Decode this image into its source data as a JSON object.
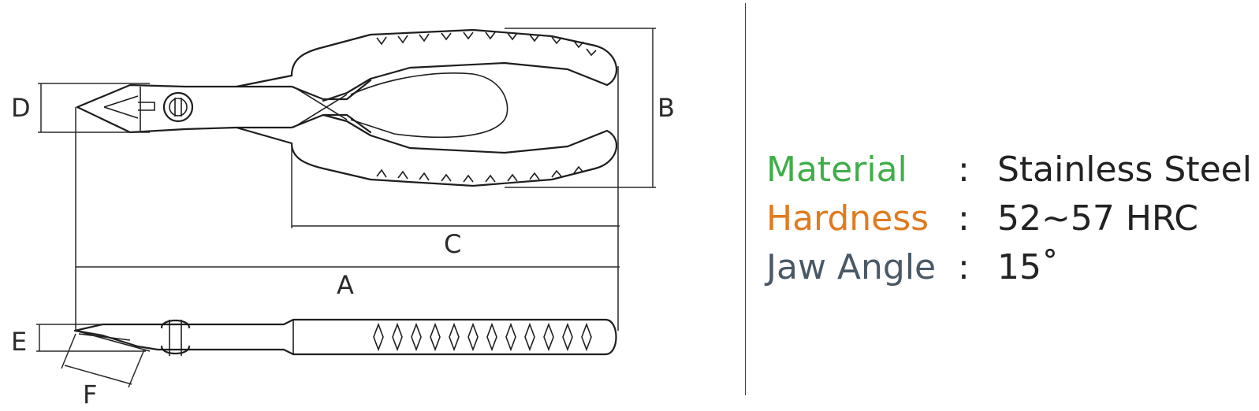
{
  "dimension_labels": {
    "a": "A",
    "b": "B",
    "c": "C",
    "d": "D",
    "e": "E",
    "f": "F"
  },
  "specs": [
    {
      "key": "Material",
      "sep": ":",
      "value": "Stainless Steel",
      "color": "#3fae49"
    },
    {
      "key": "Hardness",
      "sep": ":",
      "value": "52~57 HRC",
      "color": "#e07b1f"
    },
    {
      "key": "Jaw Angle",
      "sep": ":",
      "value": "15˚",
      "color": "#4a5966"
    }
  ]
}
